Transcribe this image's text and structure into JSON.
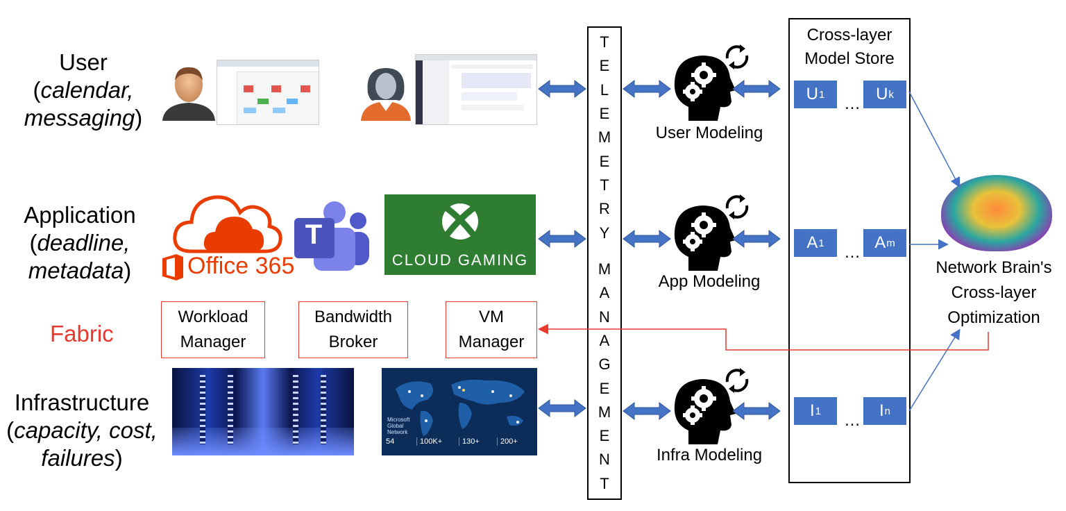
{
  "layers": {
    "user": {
      "title": "User",
      "detail_open": "(",
      "detail_1": "calendar,",
      "detail_2": "messaging",
      "detail_close": ")"
    },
    "application": {
      "title": "Application",
      "detail_open": "(",
      "detail_1": "deadline,",
      "detail_2": "metadata",
      "detail_close": ")"
    },
    "fabric": {
      "title": "Fabric"
    },
    "infrastructure": {
      "title": "Infrastructure",
      "detail_open": "(",
      "detail_1": "capacity, cost,",
      "detail_2": "failures",
      "detail_close": ")"
    }
  },
  "apps": {
    "office": "Office 365",
    "teams_letter": "T",
    "xbox": "CLOUD GAMING"
  },
  "fabric_boxes": [
    {
      "line1": "Workload",
      "line2": "Manager"
    },
    {
      "line1": "Bandwidth",
      "line2": "Broker"
    },
    {
      "line1": "VM",
      "line2": "Manager"
    }
  ],
  "network_map": {
    "title_1": "Microsoft",
    "title_2": "Global",
    "title_3": "Network",
    "stats": [
      "54",
      "100K+",
      "130+",
      "200+"
    ]
  },
  "telemetry_letters": [
    "T",
    "E",
    "L",
    "E",
    "M",
    "E",
    "T",
    "R",
    "Y",
    "",
    "M",
    "A",
    "N",
    "A",
    "G",
    "E",
    "M",
    "E",
    "N",
    "T"
  ],
  "modeling": {
    "user": "User Modeling",
    "app": "App Modeling",
    "infra": "Infra Modeling"
  },
  "store": {
    "title_1": "Cross-layer",
    "title_2": "Model Store",
    "rows": [
      {
        "first": "U",
        "first_sub": "1",
        "last": "U",
        "last_sub": "k"
      },
      {
        "first": "A",
        "first_sub": "1",
        "last": "A",
        "last_sub": "m"
      },
      {
        "first": "I",
        "first_sub": "1",
        "last": "I",
        "last_sub": "n"
      }
    ],
    "ellipsis": "…"
  },
  "brain": {
    "line1": "Network Brain's",
    "line2": "Cross-layer",
    "line3": "Optimization"
  },
  "colors": {
    "arrow_blue": "#4472c4",
    "fabric_red": "#e8392e",
    "office_orange": "#eb3c00",
    "teams_purple": "#5b5fc7",
    "xbox_green": "#2e7d32"
  }
}
